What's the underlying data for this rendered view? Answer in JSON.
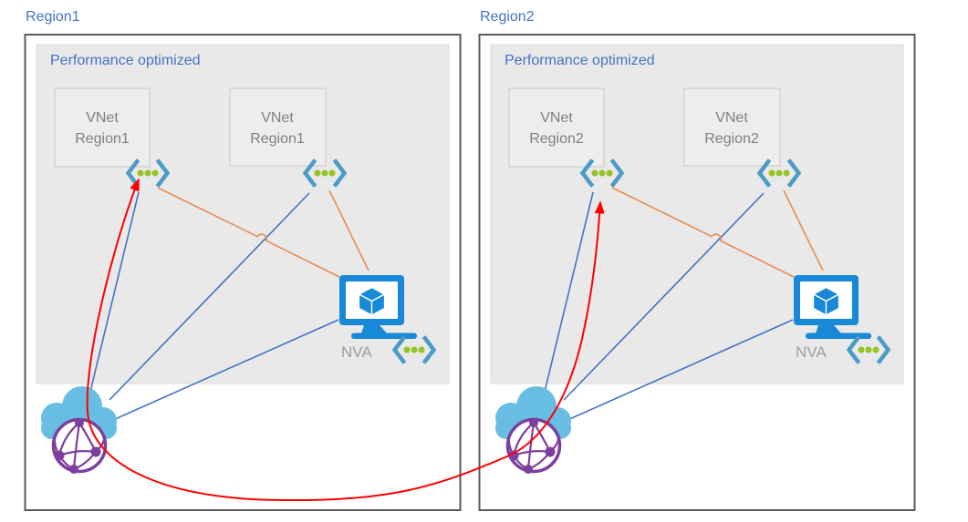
{
  "diagram": {
    "regions": [
      {
        "title": "Region1",
        "zone_label": "Performance optimized",
        "vnets": [
          {
            "name_line1": "VNet",
            "name_line2": "Region1"
          },
          {
            "name_line1": "VNet",
            "name_line2": "Region1"
          }
        ],
        "nva_label": "NVA"
      },
      {
        "title": "Region2",
        "zone_label": "Performance optimized",
        "vnets": [
          {
            "name_line1": "VNet",
            "name_line2": "Region2"
          },
          {
            "name_line1": "VNet",
            "name_line2": "Region2"
          }
        ],
        "nva_label": "NVA"
      }
    ],
    "icons": {
      "vnet_peering_icon": "angle-brackets-with-three-dots",
      "nva_icon": "monitor-with-cube-virtual-machine",
      "gateway_icon": "cloud-with-purple-network-globe"
    },
    "colors": {
      "title_blue": "#4472C4",
      "region_border": "#595959",
      "zone_fill": "#E9E9E9",
      "vnet_box_border": "#C6C6C6",
      "vnet_text_gray": "#808080",
      "nva_text_gray": "#9E9E9E",
      "peering_line_blue": "#4472C4",
      "nva_link_orange": "#E58E4F",
      "traffic_arrow_red": "#FF0000",
      "vnet_icon_bracket_blue": "#4A9CC7",
      "vnet_icon_dot_green": "#97C226",
      "vm_icon_blue": "#1789D6",
      "cloud_blue": "#68BDE2",
      "globe_purple": "#7C3F9E"
    }
  }
}
